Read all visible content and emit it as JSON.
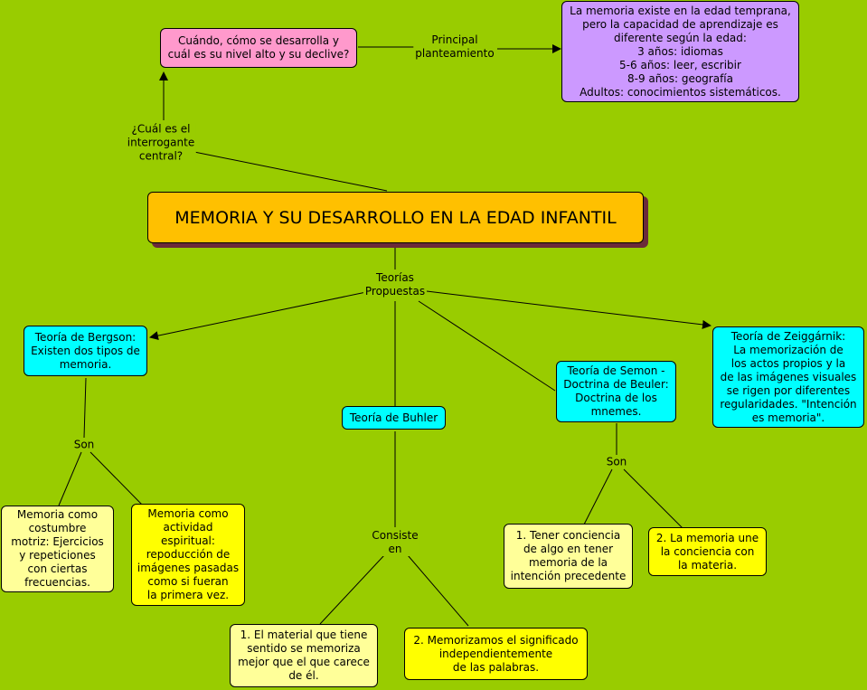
{
  "colors": {
    "background": "#99cc00",
    "title": "#ffc000",
    "pink": "#ff99cc",
    "lavender": "#cc99ff",
    "cyan": "#00ffff",
    "yellow_pale": "#ffff99",
    "yellow_bright": "#ffff00",
    "line": "#000000"
  },
  "nodes": {
    "title": "MEMORIA Y SU DESARROLLO EN LA EDAD INFANTIL",
    "question": "Cuándo, cómo se desarrolla y\ncuál es su nivel alto y su declive?",
    "answer": "La memoria existe en la edad temprana,\npero la capacidad de aprendizaje es\ndiferente según la edad:\n3 años: idiomas\n5-6 años: leer, escribir\n8-9 años: geografía\nAdultos: conocimientos sistemáticos.",
    "bergson": "Teoría de Bergson:\nExisten dos tipos de\nmemoria.",
    "bergson_1": "Memoria como\ncostumbre\nmotriz: Ejercicios\ny repeticiones\ncon ciertas\nfrecuencias.",
    "bergson_2": "Memoria como\nactividad\nespiritual:\nrepoducción de\nimágenes pasadas\ncomo si fueran\nla primera vez.",
    "buhler": "Teoría de Buhler",
    "buhler_1": "1. El material que tiene\nsentido se memoriza\nmejor que el que carece\nde él.",
    "buhler_2": "2. Memorizamos el significado\nindependientemente\nde las palabras.",
    "semon": "Teoría de Semon -\nDoctrina de Beuler:\nDoctrina de los\nmnemes.",
    "semon_1": "1. Tener conciencia\nde algo en tener\nmemoria de la\nintención precedente",
    "semon_2": "2. La memoria une\nla conciencia con\nla materia.",
    "zeiggarnik": "Teoría de Zeiggárnik:\nLa memorización de\nlos actos propios y la\nde las imágenes visuales\nse rigen por diferentes\nregularidades. \"Intención\nes memoria\"."
  },
  "links": {
    "interrogante": "¿Cuál es el\ninterrogante\ncentral?",
    "planteamiento": "Principal\nplanteamiento",
    "teorias": "Teorías\nPropuestas",
    "son_bergson": "Son",
    "consiste": "Consiste\nen",
    "son_semon": "Son"
  }
}
